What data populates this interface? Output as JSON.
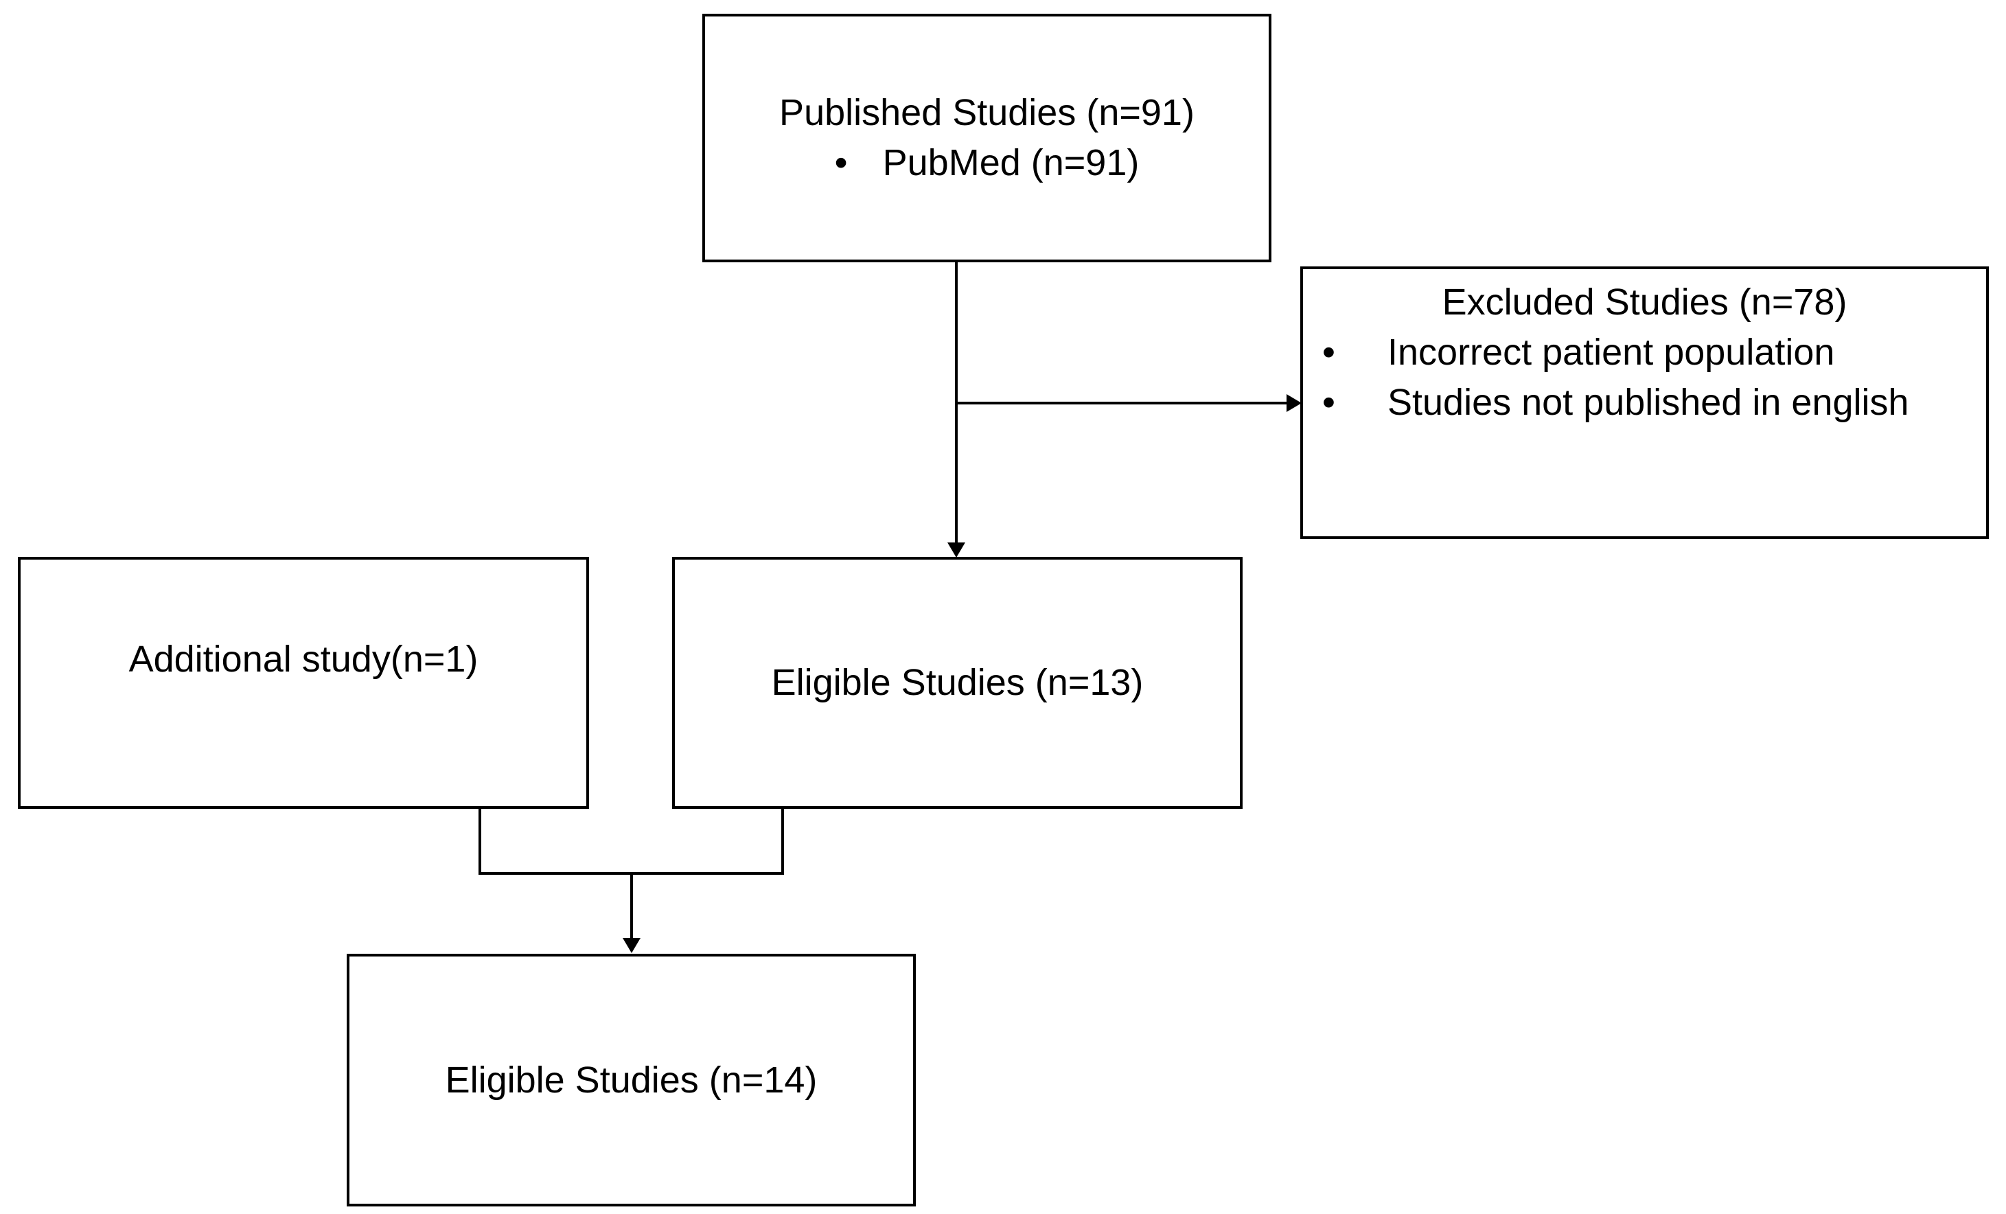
{
  "diagram": {
    "bullet_char": "•",
    "colors": {
      "background": "#ffffff",
      "line": "#000000",
      "text": "#000000"
    },
    "boxes": {
      "published": {
        "title": "Published Studies (n=91)",
        "bullets": [
          "PubMed (n=91)"
        ]
      },
      "excluded": {
        "title": "Excluded Studies (n=78)",
        "bullets": [
          "Incorrect patient population",
          "Studies not published in english"
        ]
      },
      "additional": {
        "title": "Additional study(n=1)"
      },
      "eligible_13": {
        "title": "Eligible Studies (n=13)"
      },
      "eligible_14": {
        "title": "Eligible Studies (n=14)"
      }
    }
  }
}
